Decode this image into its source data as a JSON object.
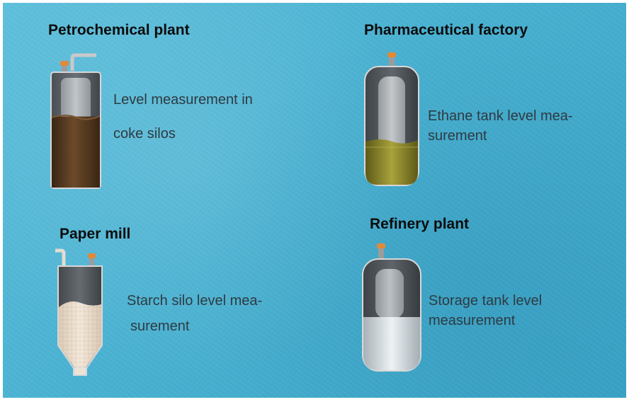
{
  "sections": [
    {
      "heading": "Petrochemical plant",
      "lines": [
        "Level measurement in",
        "coke silos"
      ],
      "icon": "coke-silo-icon",
      "fill_fraction": 0.62,
      "fill_color": "#4e3520"
    },
    {
      "heading": "Pharmaceutical factory",
      "lines": [
        "Ethane tank level mea-",
        "surement"
      ],
      "icon": "ethane-tank-icon",
      "fill_fraction": 0.38,
      "fill_color": "#8a8328"
    },
    {
      "heading": "Paper mill",
      "lines": [
        "Starch silo level mea-",
        "surement"
      ],
      "icon": "starch-silo-icon",
      "fill_fraction": 0.72,
      "fill_color": "#e8d8c6"
    },
    {
      "heading": "Refinery plant",
      "lines": [
        "Storage tank level",
        "measurement"
      ],
      "icon": "storage-tank-icon",
      "fill_fraction": 0.48,
      "fill_color": "#c9d2d6"
    }
  ]
}
